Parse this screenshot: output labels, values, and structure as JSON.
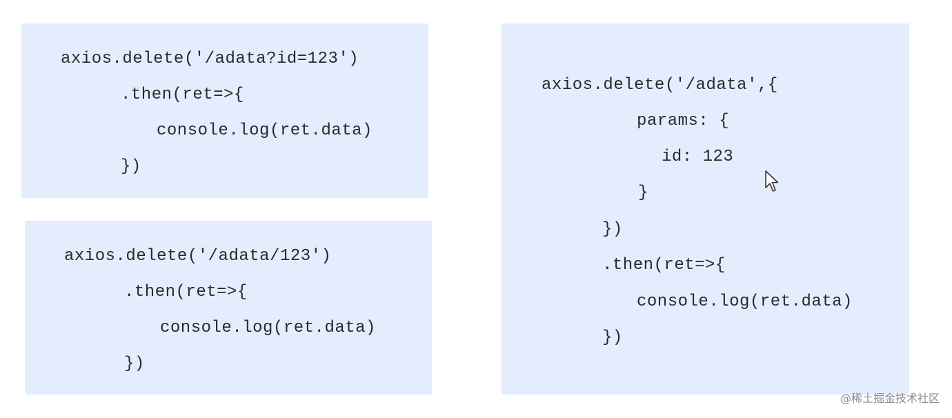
{
  "snippets": {
    "query_string": {
      "lines": [
        "axios.delete('/adata?id=123')",
        ".then(ret=>{",
        "console.log(ret.data)",
        "})"
      ]
    },
    "path_param": {
      "lines": [
        "axios.delete('/adata/123')",
        ".then(ret=>{",
        "console.log(ret.data)",
        "})"
      ]
    },
    "params_object": {
      "lines": [
        "axios.delete('/adata',{",
        "params: {",
        "id: 123",
        "}",
        "})",
        ".then(ret=>{",
        "console.log(ret.data)",
        "})"
      ]
    }
  },
  "cursor": {
    "icon": "mouse-pointer-icon"
  },
  "watermark": {
    "text": "@稀土掘金技术社区"
  },
  "colors": {
    "box_background": "#e3edfd",
    "code_text": "#2a2a2a",
    "watermark_text": "#8c8c8c"
  }
}
